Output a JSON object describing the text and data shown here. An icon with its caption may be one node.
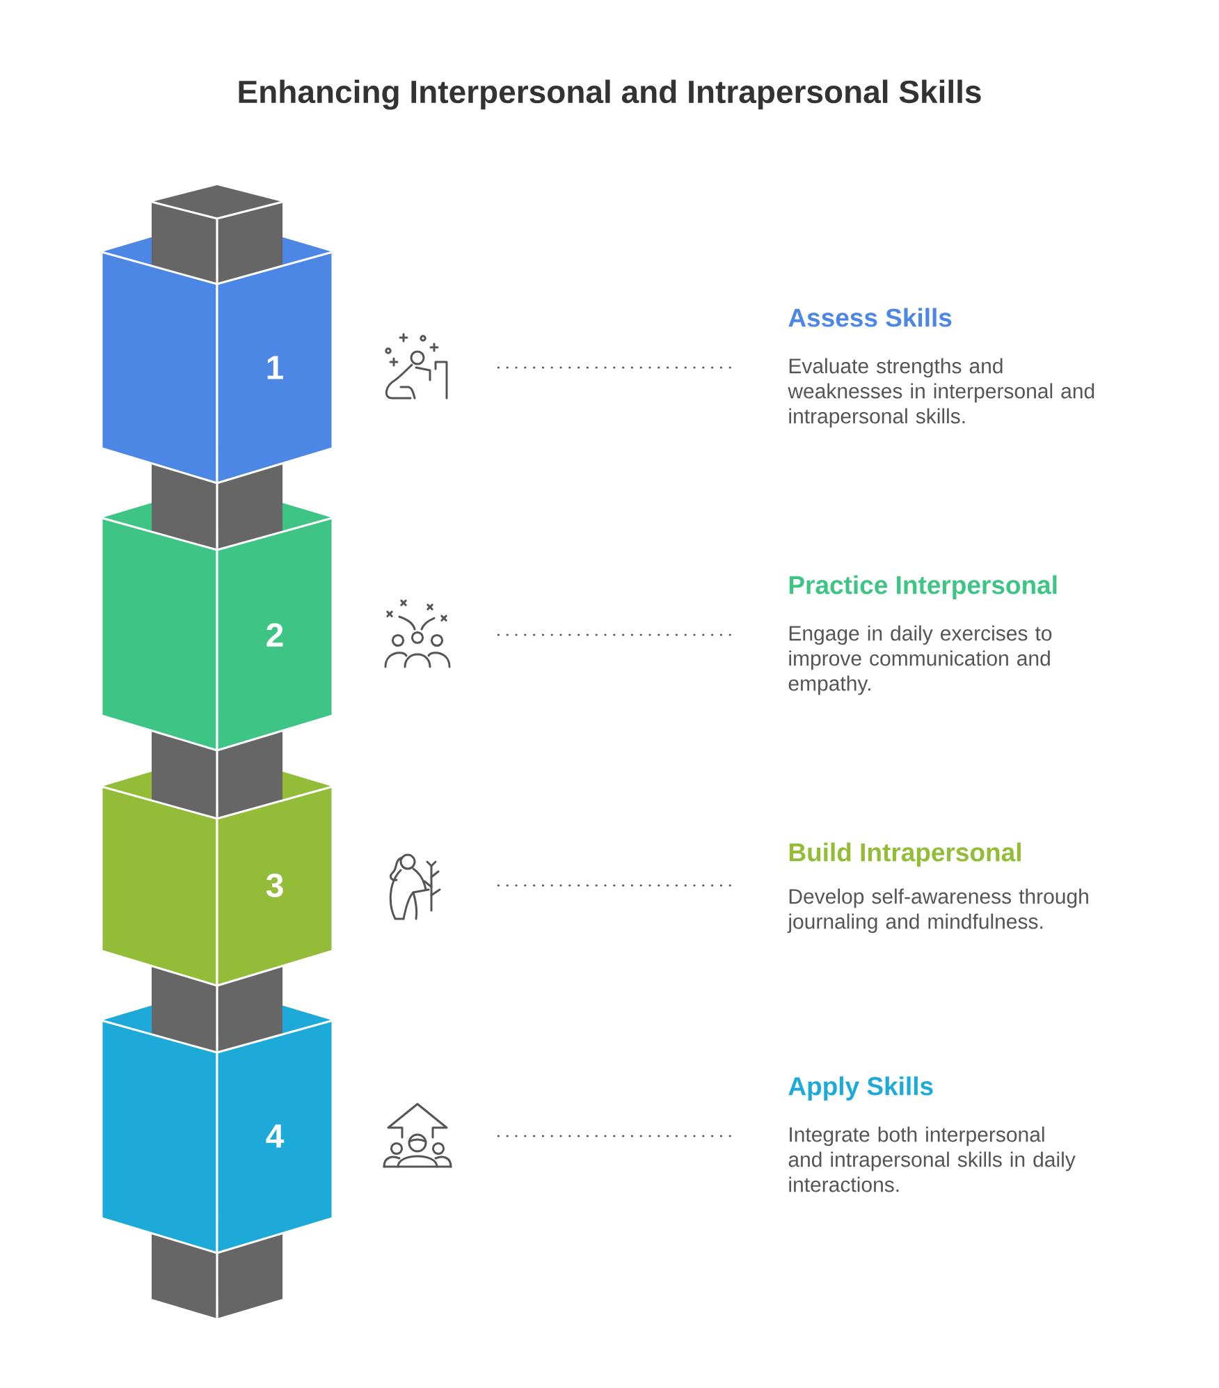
{
  "diagram": {
    "title": "Enhancing Interpersonal and Intrapersonal Skills",
    "nodes": [
      {
        "text": [
          "1"
        ]
      },
      {
        "text": [],
        "shape": "picture"
      },
      {
        "text": [
          "Assess Skills",
          "Evaluate strengths and weaknesses in interpersonal and intrapersonal skills."
        ]
      },
      {
        "text": [
          "2"
        ]
      },
      {
        "text": [],
        "shape": "picture"
      },
      {
        "text": [
          "Practice Interpersonal",
          "Engage in daily exercises to improve communication and empathy."
        ]
      },
      {
        "text": [
          "3"
        ]
      },
      {
        "text": [],
        "shape": "picture"
      },
      {
        "text": [
          "Build Intrapersonal",
          "Develop self-awareness through journaling and mindfulness."
        ]
      },
      {
        "text": [
          "4"
        ]
      },
      {
        "text": [],
        "shape": "picture"
      },
      {
        "text": [
          "Apply Skills",
          "Integrate both interpersonal and intrapersonal skills in daily interactions."
        ]
      }
    ],
    "edges": [
      {
        "from": 1,
        "to": 2,
        "arrow": "none",
        "style": "dashed"
      },
      {
        "from": 4,
        "to": 5,
        "arrow": "none",
        "style": "dashed"
      },
      {
        "from": 7,
        "to": 8,
        "arrow": "none",
        "style": "dashed"
      },
      {
        "from": 10,
        "to": 11,
        "arrow": "none",
        "style": "dashed"
      }
    ]
  }
}
